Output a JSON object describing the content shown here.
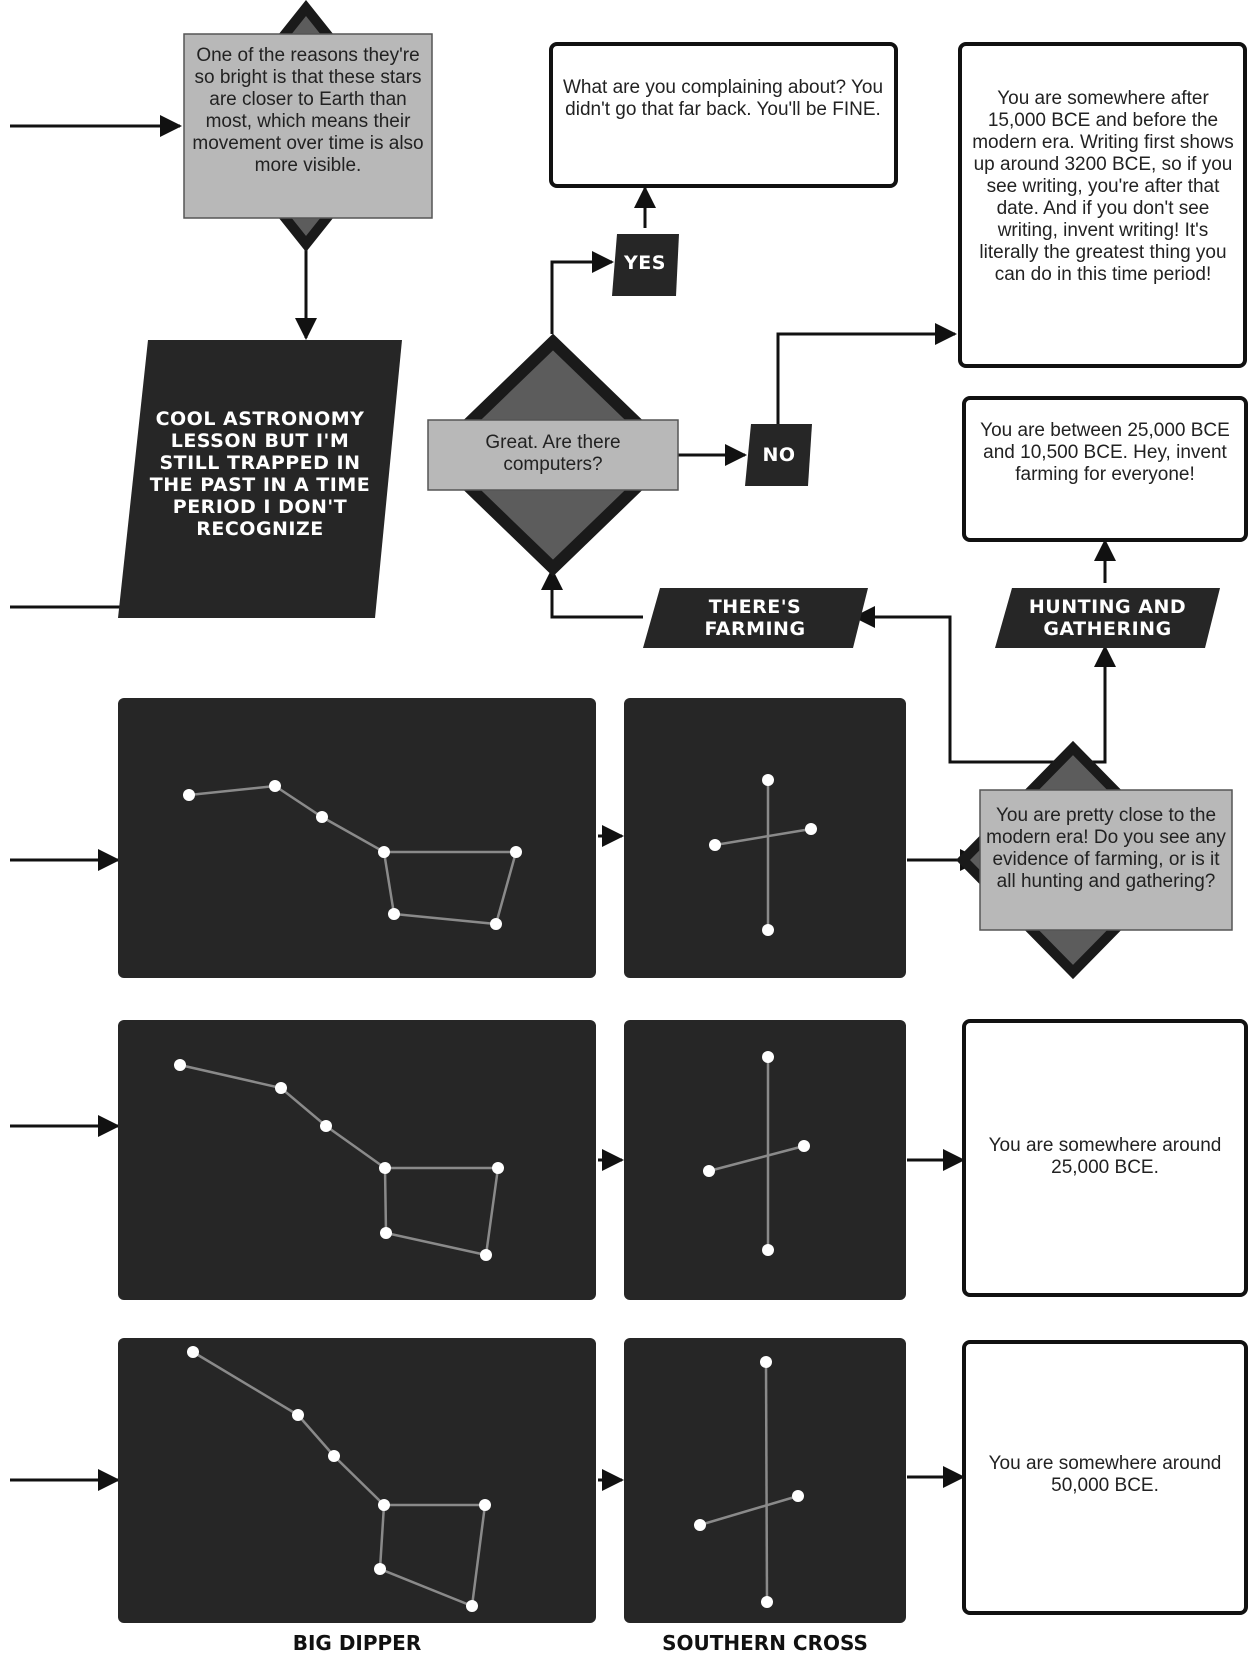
{
  "nodes": {
    "reasons_text": "One of the reasons they're so bright is that these stars are closer to Earth than most, which means their movement over time is also more visible.",
    "complaining_text": "What are you complaining about? You didn't go that far back. You'll be FINE.",
    "writing_text": "You are somewhere after 15,000 BCE and before the modern era. Writing first shows up around 3200 BCE, so if you see writing, you're after that date. And if you don't see writing, invent writing! It's literally the greatest thing you can do in this time period!",
    "trapped_text": "COOL ASTRONOMY LESSON BUT I'M STILL TRAPPED IN THE PAST IN A TIME PERIOD I DON'T RECOGNIZE",
    "computers_text": "Great. Are there computers?",
    "yes_label": "YES",
    "no_label": "NO",
    "farming_result_text": "You are between 25,000 BCE and 10,500 BCE. Hey, invent farming for everyone!",
    "theres_farming_label": "THERE'S FARMING",
    "hunting_label": "HUNTING AND GATHERING",
    "modern_era_text": "You are pretty close to the modern era! Do you see any evidence of farming, or is it all hunting and gathering?",
    "bce25000_text": "You are somewhere around 25,000 BCE.",
    "bce50000_text": "You are somewhere around 50,000 BCE."
  },
  "captions": {
    "big_dipper": "BIG DIPPER",
    "southern_cross": "SOUTHERN CROSS"
  },
  "colors": {
    "dark": "#262626",
    "gray_box": "#b8b8b8",
    "diamond_fill": "#5c5c5c",
    "star": "#ffffff",
    "star_line": "#8a8a8a"
  }
}
